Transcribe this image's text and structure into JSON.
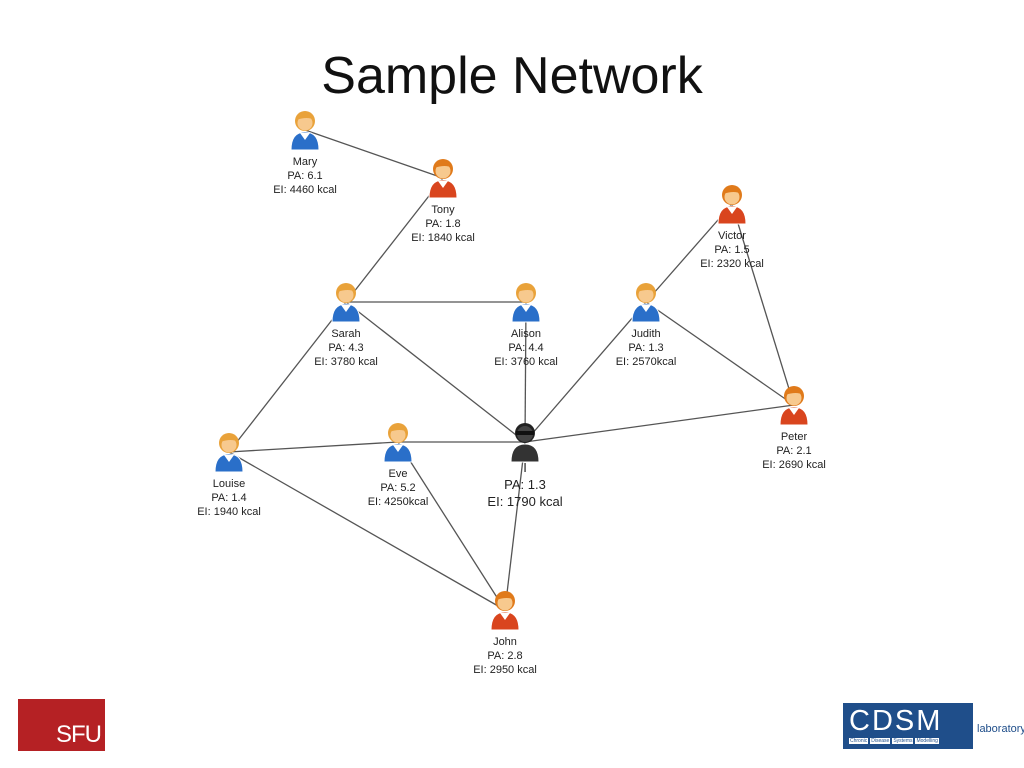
{
  "title": "Sample Network",
  "colors": {
    "male_head": "#e07a1a",
    "female_head": "#e9a23a",
    "blue_body": "#2a6fc9",
    "red_body": "#d9451e",
    "self_body": "#333333",
    "edge": "#555555"
  },
  "nodes": [
    {
      "id": "mary",
      "name": "Mary",
      "pa": "PA: 6.1",
      "ei": "EI: 4460 kcal",
      "body": "blue"
    },
    {
      "id": "tony",
      "name": "Tony",
      "pa": "PA: 1.8",
      "ei": "EI: 1840 kcal",
      "body": "red"
    },
    {
      "id": "sarah",
      "name": "Sarah",
      "pa": "PA: 4.3",
      "ei": "EI: 3780 kcal",
      "body": "blue"
    },
    {
      "id": "alison",
      "name": "Alison",
      "pa": "PA: 4.4",
      "ei": "EI: 3760 kcal",
      "body": "blue"
    },
    {
      "id": "judith",
      "name": "Judith",
      "pa": "PA: 1.3",
      "ei": "EI: 2570kcal",
      "body": "blue"
    },
    {
      "id": "victor",
      "name": "Victor",
      "pa": "PA: 1.5",
      "ei": "EI: 2320 kcal",
      "body": "red"
    },
    {
      "id": "peter",
      "name": "Peter",
      "pa": "PA: 2.1",
      "ei": "EI: 2690 kcal",
      "body": "red"
    },
    {
      "id": "louise",
      "name": "Louise",
      "pa": "PA: 1.4",
      "ei": "EI: 1940 kcal",
      "body": "blue"
    },
    {
      "id": "eve",
      "name": "Eve",
      "pa": "PA: 5.2",
      "ei": "EI: 4250kcal",
      "body": "blue"
    },
    {
      "id": "i",
      "name": "I",
      "pa": "PA: 1.3",
      "ei": "EI: 1790 kcal",
      "body": "self"
    },
    {
      "id": "john",
      "name": "John",
      "pa": "PA: 2.8",
      "ei": "EI: 2950 kcal",
      "body": "red"
    }
  ],
  "edges": [
    [
      "mary",
      "tony"
    ],
    [
      "tony",
      "sarah"
    ],
    [
      "sarah",
      "alison"
    ],
    [
      "sarah",
      "louise"
    ],
    [
      "sarah",
      "i"
    ],
    [
      "alison",
      "i"
    ],
    [
      "judith",
      "i"
    ],
    [
      "judith",
      "victor"
    ],
    [
      "judith",
      "peter"
    ],
    [
      "victor",
      "peter"
    ],
    [
      "i",
      "peter"
    ],
    [
      "louise",
      "eve"
    ],
    [
      "louise",
      "john"
    ],
    [
      "eve",
      "i"
    ],
    [
      "eve",
      "john"
    ],
    [
      "i",
      "john"
    ]
  ],
  "logos": {
    "sfu": "SFU",
    "cdsm": "CDSM",
    "cdsm_words": [
      "Chronic",
      "Disease",
      "Systems",
      "Modelling"
    ],
    "cdsm_lab": "laboratory"
  }
}
